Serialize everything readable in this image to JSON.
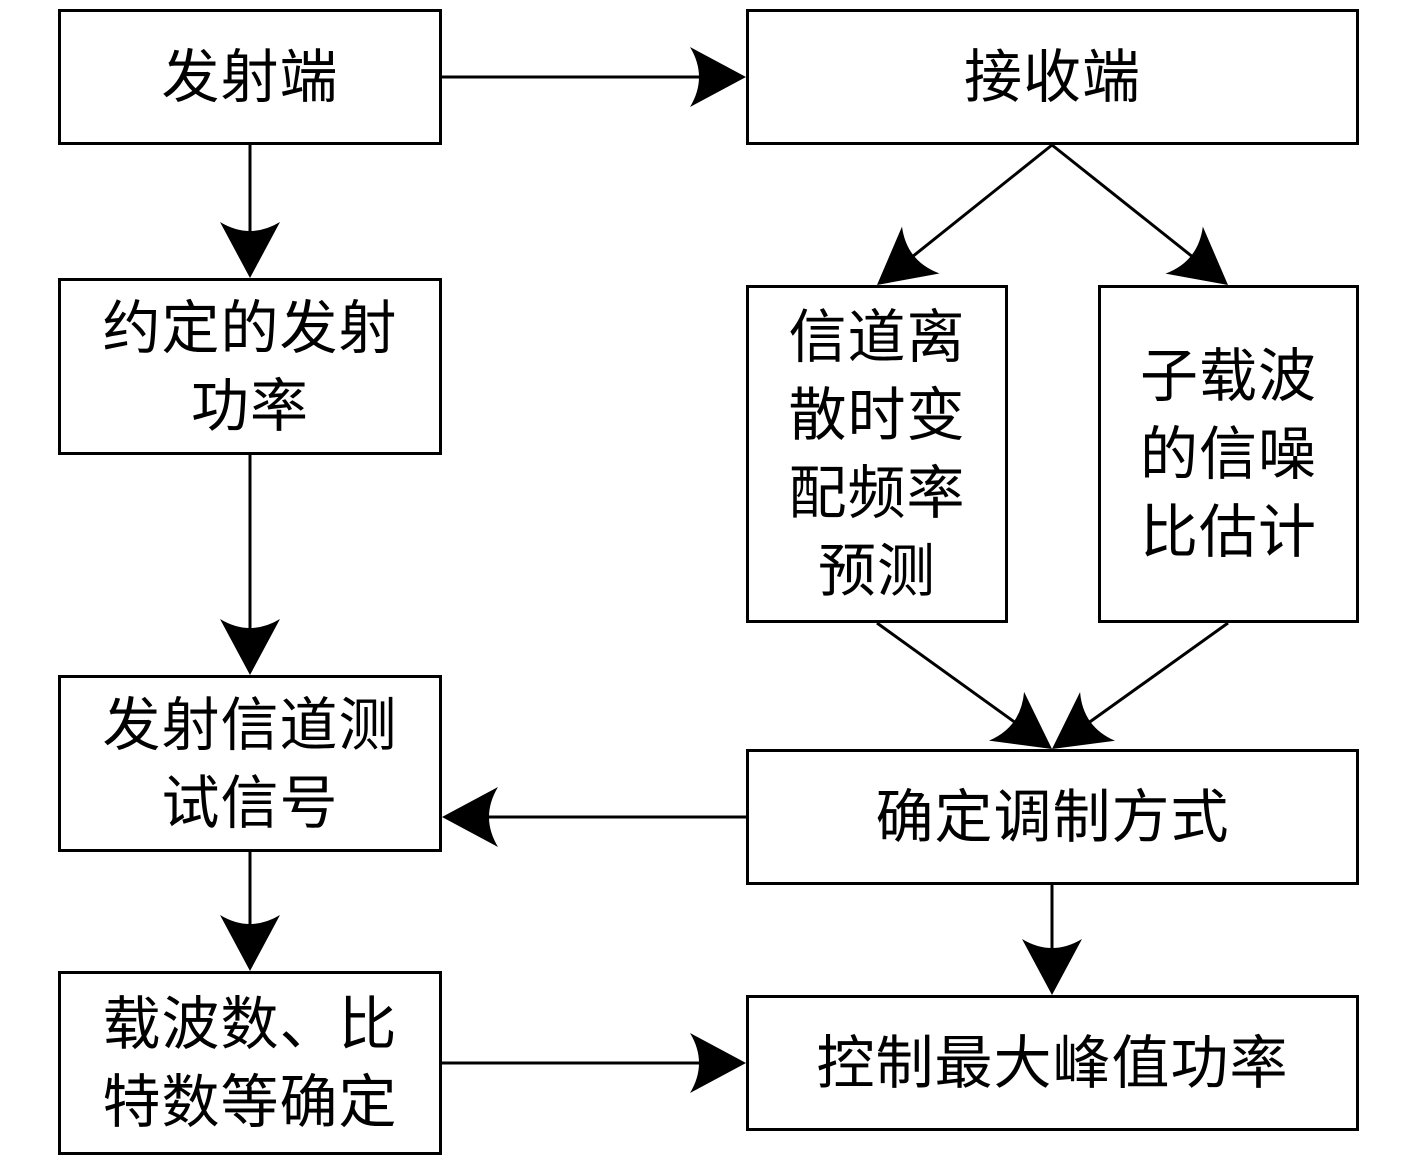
{
  "nodes": {
    "transmitter": {
      "lines": [
        "发射端"
      ]
    },
    "receiver": {
      "lines": [
        "接收端"
      ]
    },
    "agreed_power": {
      "lines": [
        "约定的发射",
        "功率"
      ]
    },
    "channel_prediction": {
      "lines": [
        "信道离",
        "散时变",
        "配频率",
        "预测"
      ]
    },
    "snr_estimation": {
      "lines": [
        "子载波",
        "的信噪",
        "比估计"
      ]
    },
    "test_signal": {
      "lines": [
        "发射信道测",
        "试信号"
      ]
    },
    "modulation": {
      "lines": [
        "确定调制方式"
      ]
    },
    "carrier_bits": {
      "lines": [
        "载波数、比",
        "特数等确定"
      ]
    },
    "peak_power": {
      "lines": [
        "控制最大峰值功率"
      ]
    }
  },
  "edges": [
    {
      "from": "transmitter",
      "to": "receiver"
    },
    {
      "from": "transmitter",
      "to": "agreed_power"
    },
    {
      "from": "receiver",
      "to": "channel_prediction"
    },
    {
      "from": "receiver",
      "to": "snr_estimation"
    },
    {
      "from": "agreed_power",
      "to": "test_signal"
    },
    {
      "from": "channel_prediction",
      "to": "modulation"
    },
    {
      "from": "snr_estimation",
      "to": "modulation"
    },
    {
      "from": "modulation",
      "to": "test_signal"
    },
    {
      "from": "test_signal",
      "to": "carrier_bits"
    },
    {
      "from": "modulation",
      "to": "peak_power"
    },
    {
      "from": "carrier_bits",
      "to": "peak_power"
    }
  ]
}
